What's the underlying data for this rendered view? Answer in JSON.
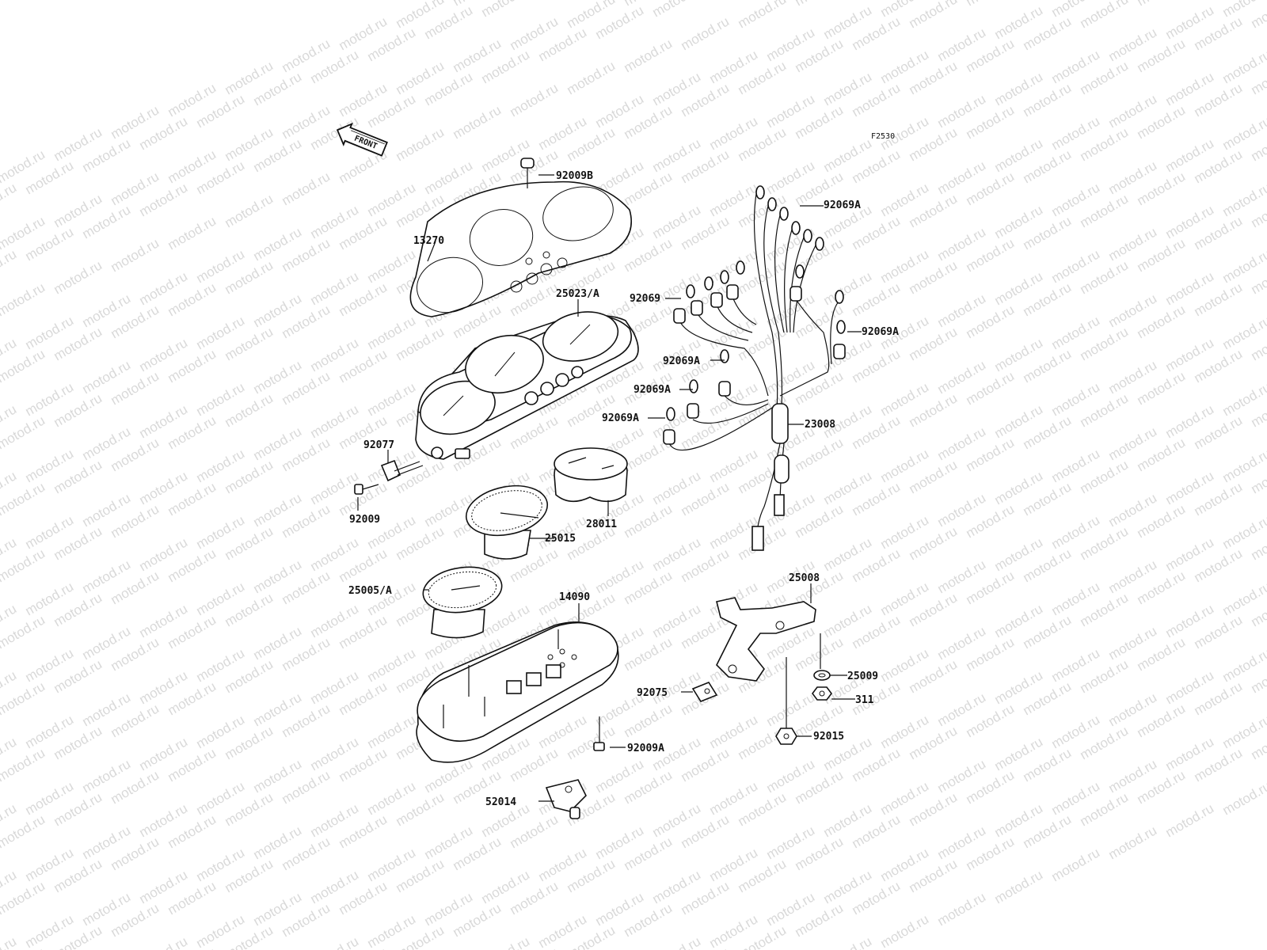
{
  "watermark": "motod.ru",
  "figure_code": "F2530",
  "front_label": "FRONT",
  "labels": {
    "l92009B": "92009B",
    "l13270": "13270",
    "l25023A": "25023/A",
    "l92077": "92077",
    "l92009": "92009",
    "l28011": "28011",
    "l25015": "25015",
    "l25005A": "25005/A",
    "l14090": "14090",
    "l92009A": "92009A",
    "l52014": "52014",
    "l92069A_1": "92069A",
    "l92069": "92069",
    "l92069A_2": "92069A",
    "l92069A_3": "92069A",
    "l92069A_4": "92069A",
    "l92069A_5": "92069A",
    "l23008": "23008",
    "l25008": "25008",
    "l25009": "25009",
    "l311": "311",
    "l92075": "92075",
    "l92015": "92015"
  }
}
